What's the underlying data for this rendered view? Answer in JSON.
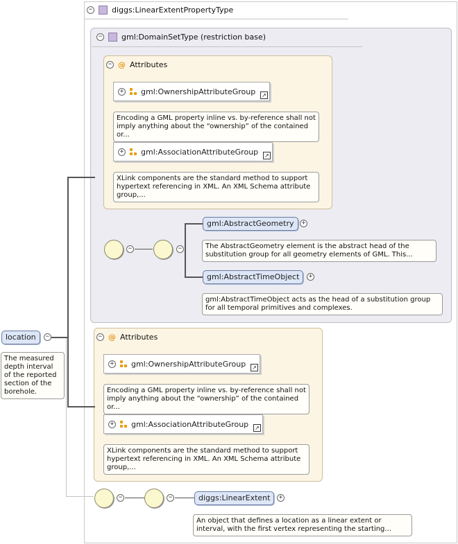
{
  "outer_type": {
    "label": "diggs:LinearExtentPropertyType"
  },
  "domain_set": {
    "label": "gml:DomainSetType (restriction base)"
  },
  "attributes_1": {
    "header": "Attributes",
    "groups": [
      {
        "label": "gml:OwnershipAttributeGroup",
        "doc": "Encoding a GML property inline vs. by-reference shall not imply anything about the “ownership” of the contained or..."
      },
      {
        "label": "gml:AssociationAttributeGroup",
        "doc": "XLink components are the standard method to support hypertext referencing in XML. An XML Schema attribute group,..."
      }
    ]
  },
  "choice_1": {
    "elements": [
      {
        "label": "gml:AbstractGeometry",
        "doc": "The AbstractGeometry element is the abstract head of the substitution group for all geometry elements of GML. This..."
      },
      {
        "label": "gml:AbstractTimeObject",
        "doc": "gml:AbstractTimeObject acts as the head of a substitution group for all temporal primitives and complexes."
      }
    ]
  },
  "attributes_2": {
    "header": "Attributes",
    "groups": [
      {
        "label": "gml:OwnershipAttributeGroup",
        "doc": "Encoding a GML property inline vs. by-reference shall not imply anything about the “ownership” of the contained or..."
      },
      {
        "label": "gml:AssociationAttributeGroup",
        "doc": "XLink components are the standard method to support hypertext referencing in XML. An XML Schema attribute group,..."
      }
    ]
  },
  "root": {
    "label": "location",
    "doc": "The measured depth interval of the reported section of the borehole."
  },
  "linear_extent": {
    "label": "diggs:LinearExtent",
    "doc": "An object that defines a location as a linear extent or interval, with the first vertex representing the starting..."
  },
  "colors": {
    "element_fill": "#dde6f6",
    "attribute_fill": "#fdf5e4",
    "compositor_fill": "#fbf7cf",
    "icon_orange": "#e6a11c"
  }
}
